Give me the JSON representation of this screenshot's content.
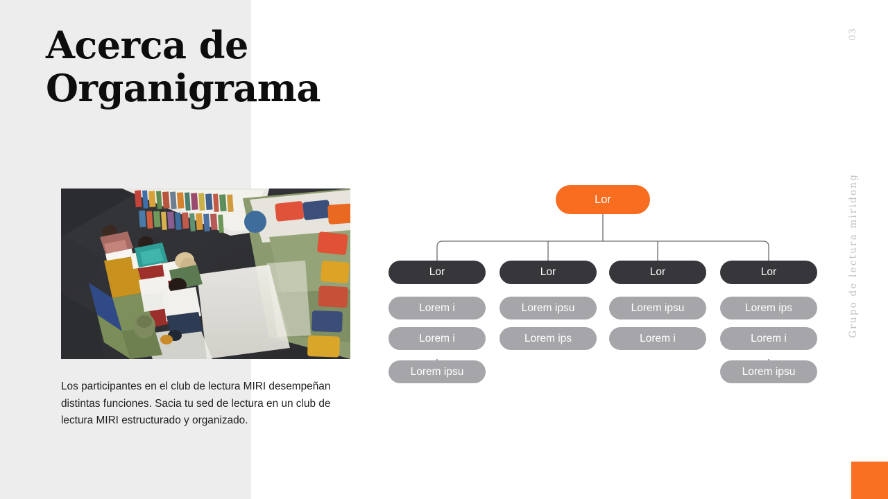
{
  "slide": {
    "page_number": "03",
    "side_label": "Grupo de lectura miridong",
    "title": "Acerca de\nOrganigrama",
    "paragraph": "Los participantes en el club de lectura MIRI desempeñan distintas funciones. Sacia tu sed de lectura en un club de lectura MIRI estructurado y organizado.",
    "photo_alt": "library-reading-room-photo"
  },
  "colors": {
    "accent_orange": "#f96d20",
    "corner_orange": "#fa7023",
    "node_dark": "#37363a",
    "node_gray": "#a6a5a9",
    "panel_gray": "#eeeded",
    "side_text_gray": "#c2c2c2",
    "title_black": "#0d0d0d"
  },
  "org_chart": {
    "root": {
      "label": "Lor"
    },
    "columns": [
      {
        "head": "Lor",
        "children": [
          "Lorem i",
          "Lorem i",
          "Lorem ipsu"
        ]
      },
      {
        "head": "Lor",
        "children": [
          "Lorem ipsu",
          "Lorem ips"
        ]
      },
      {
        "head": "Lor",
        "children": [
          "Lorem ipsu",
          "Lorem i"
        ]
      },
      {
        "head": "Lor",
        "children": [
          "Lorem ips",
          "Lorem i",
          "Lorem ipsu"
        ]
      }
    ]
  }
}
